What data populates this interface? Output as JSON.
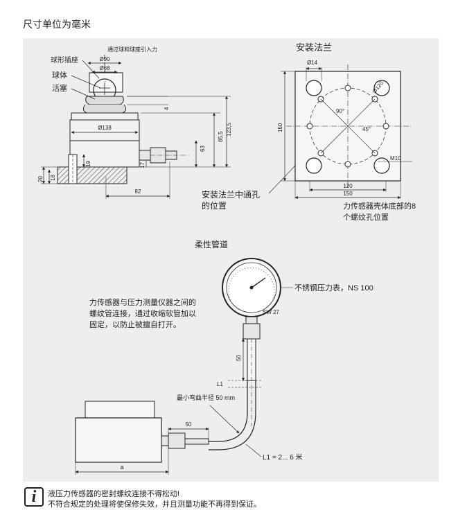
{
  "page": {
    "title": "尺寸单位为毫米"
  },
  "top_view": {
    "force_label": "通过球和球座引入力",
    "labels": {
      "ball_socket": "球形插座",
      "ball": "球体",
      "piston": "活塞"
    },
    "dims": {
      "d90": "Ø90",
      "d68": "Ø68",
      "d138": "Ø138",
      "h4": "4",
      "h85_5": "85,5",
      "h123_5": "123,5",
      "h63": "63",
      "h17": "17",
      "h19": "19",
      "h20": "20",
      "h18": "18",
      "w82": "82"
    }
  },
  "flange_view": {
    "title": "安装法兰",
    "dims": {
      "d14": "Ø14",
      "d120": "Ø120",
      "a90": "90°",
      "a45": "45°",
      "h150": "150",
      "m10": "M10",
      "w120": "120",
      "w150": "150"
    },
    "caption_through_holes": [
      "安装法兰中通孔",
      "的位置"
    ],
    "caption_threaded_holes": [
      "力传感器壳体底部的8",
      "个螺纹孔位置"
    ]
  },
  "hose_view": {
    "title": "柔性管道",
    "gauge_label": "不锈钢压力表，NS 100",
    "sw": "SW 27",
    "description": [
      "力传感器与压力测量仪器之间的",
      "螺纹管连接，通过收缩软管加以",
      "固定，以防止被擅自打开。"
    ],
    "dims": {
      "v50": "50",
      "l1": "L1",
      "bend_radius": "最小弯曲半径 50 mm",
      "h50": "50",
      "a": "a",
      "length": "L1 = 2... 6 米"
    }
  },
  "note": {
    "icon": "i",
    "line1": "液压力传感器的密封螺纹连接不得松动!",
    "line2": "不符合规定的处理将使保修失效，并且测量功能不再得到保证。"
  }
}
